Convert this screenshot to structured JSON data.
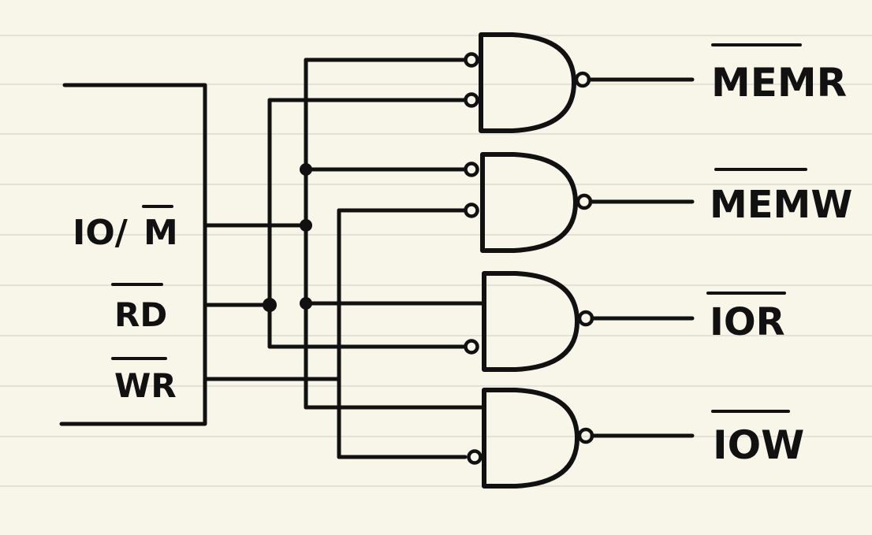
{
  "inputs": [
    {
      "id": "io-m",
      "text_plain": "IO/",
      "text_barred": "M"
    },
    {
      "id": "rd",
      "text_barred": "RD"
    },
    {
      "id": "wr",
      "text_barred": "WR"
    }
  ],
  "outputs": [
    {
      "id": "memr",
      "text": "MEMR"
    },
    {
      "id": "memw",
      "text": "MEMW"
    },
    {
      "id": "ior",
      "text": "IOR"
    },
    {
      "id": "iow",
      "text": "IOW"
    }
  ]
}
